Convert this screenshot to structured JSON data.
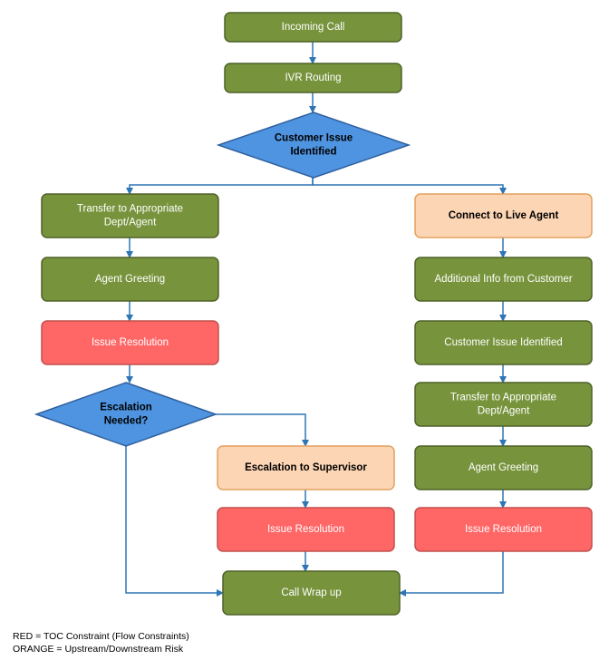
{
  "colors": {
    "green": "#77933c",
    "green_stroke": "#4f6228",
    "red": "#ff6666",
    "red_stroke": "#c0504d",
    "orange": "#fcd5b4",
    "orange_stroke": "#e3a15f",
    "blue": "#4f94e0",
    "blue_stroke": "#2f5f9e",
    "arrow": "#2e75b6",
    "text_light": "#ffffff",
    "text_dark": "#000000"
  },
  "nodes": {
    "incoming_call": "Incoming Call",
    "ivr_routing": "IVR Routing",
    "issue_identified_decision": [
      "Customer Issue",
      "Identified"
    ],
    "transfer_left": [
      "Transfer to Appropriate",
      "Dept/Agent"
    ],
    "greeting_left": "Agent Greeting",
    "resolution_left": "Issue Resolution",
    "escalation_decision": [
      "Escalation",
      "Needed?"
    ],
    "escalation_supervisor": "Escalation to Supervisor",
    "resolution_middle": "Issue Resolution",
    "connect_live_agent": "Connect to Live Agent",
    "additional_info": "Additional Info from Customer",
    "issue_identified_right": "Customer Issue Identified",
    "transfer_right": [
      "Transfer to Appropriate",
      "Dept/Agent"
    ],
    "greeting_right": "Agent Greeting",
    "resolution_right": "Issue Resolution",
    "call_wrap_up": "Call Wrap up"
  },
  "legend": {
    "red": "RED = TOC Constraint (Flow Constraints)",
    "orange": "ORANGE = Upstream/Downstream Risk"
  }
}
